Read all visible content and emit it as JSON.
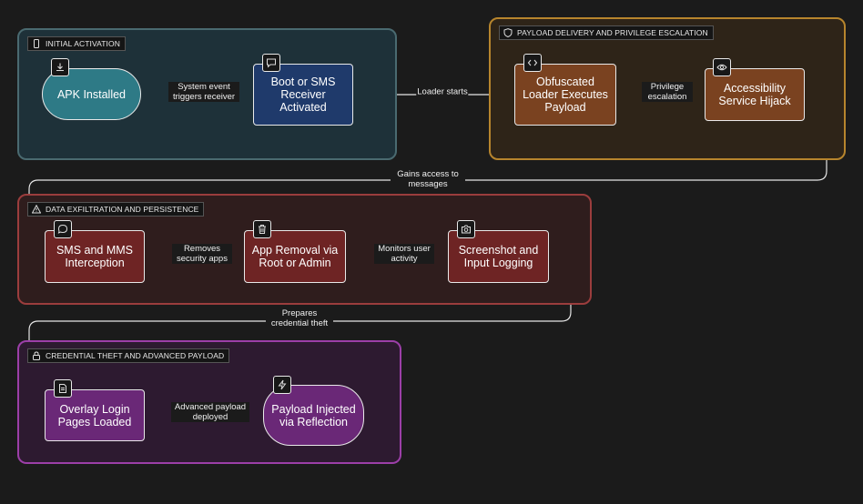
{
  "groups": {
    "activation": "INITIAL ACTIVATION",
    "delivery": "PAYLOAD DELIVERY AND PRIVILEGE ESCALATION",
    "exfil": "DATA EXFILTRATION AND PERSISTENCE",
    "credential": "CREDENTIAL THEFT AND ADVANCED PAYLOAD"
  },
  "nodes": {
    "apk": "APK Installed",
    "receiver": "Boot or SMS Receiver Activated",
    "loader": "Obfuscated Loader Executes Payload",
    "accessibility": "Accessibility Service Hijack",
    "sms": "SMS and MMS Interception",
    "removal": "App Removal via Root or Admin",
    "screenshot": "Screenshot and Input Logging",
    "overlay": "Overlay Login Pages Loaded",
    "reflection": "Payload Injected via Reflection"
  },
  "edges": {
    "e1": "System event triggers receiver",
    "e2": "Loader starts",
    "e3": "Privilege escalation",
    "e4": "Gains access to messages",
    "e5": "Removes security apps",
    "e6": "Monitors user activity",
    "e7": "Prepares credential theft",
    "e8": "Advanced payload deployed"
  },
  "colors": {
    "activation_fill": "#1e3139",
    "activation_border": "#4a6a70",
    "delivery_fill": "#2e2418",
    "delivery_border": "#b7852d",
    "exfil_fill": "#2f1d1d",
    "exfil_border": "#9b3d3d",
    "credential_fill": "#2d1a30",
    "credential_border": "#9c3fa8",
    "apk_node": "#2e7a86",
    "receiver_node": "#1f3a6b",
    "brown_node": "#7a4220",
    "red_node": "#6e2424",
    "purple_node": "#6a2877"
  },
  "icons": {
    "activation": "phone-icon",
    "delivery": "shield-icon",
    "exfil": "warning-icon",
    "credential": "lock-icon",
    "apk": "download-icon",
    "receiver": "message-icon",
    "loader": "code-icon",
    "accessibility": "eye-icon",
    "sms": "chat-icon",
    "removal": "trash-icon",
    "screenshot": "camera-icon",
    "overlay": "document-icon",
    "reflection": "lightning-icon"
  }
}
